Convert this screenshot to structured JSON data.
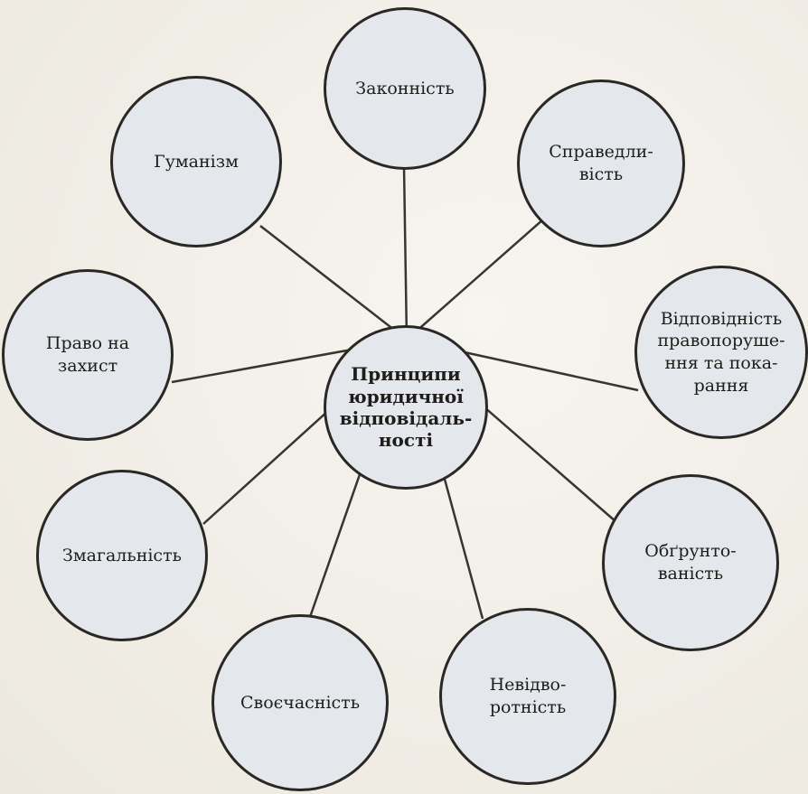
{
  "diagram": {
    "center": {
      "label": "Принципи\nюридичної\nвідповідаль-\nності"
    },
    "nodes": [
      {
        "id": "zakonnist",
        "label": "Законність"
      },
      {
        "id": "spravedlyvist",
        "label": "Справедли-\nвість"
      },
      {
        "id": "vidpovidnist",
        "label": "Відповідність\nправопоруше-\nння та пока-\nрання"
      },
      {
        "id": "obgruntovanist",
        "label": "Обґрунто-\nваність"
      },
      {
        "id": "nevidvorotnist",
        "label": "Невідво-\nротність"
      },
      {
        "id": "svoiechasnist",
        "label": "Своєчасність"
      },
      {
        "id": "zmahalnist",
        "label": "Змагальність"
      },
      {
        "id": "pravo-na-zakhyst",
        "label": "Право на\nзахист"
      },
      {
        "id": "humanizm",
        "label": "Гуманізм"
      }
    ]
  }
}
